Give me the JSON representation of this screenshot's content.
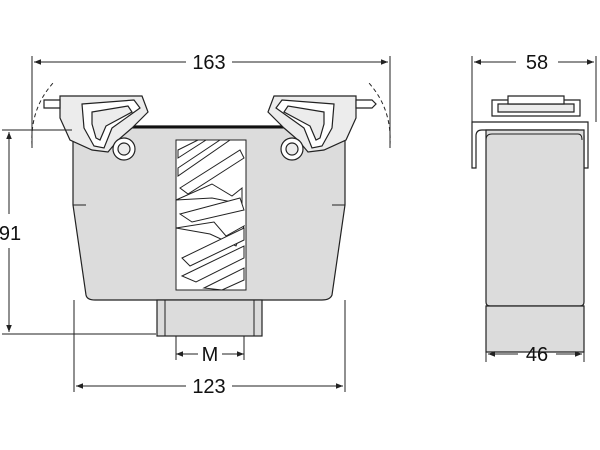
{
  "dimensions": {
    "overall_width": "163",
    "height": "91",
    "base_width": "123",
    "thread": "M",
    "side_width": "58",
    "side_base_width": "46"
  },
  "colors": {
    "body_fill": "#dcdcdc",
    "line": "#222222"
  }
}
